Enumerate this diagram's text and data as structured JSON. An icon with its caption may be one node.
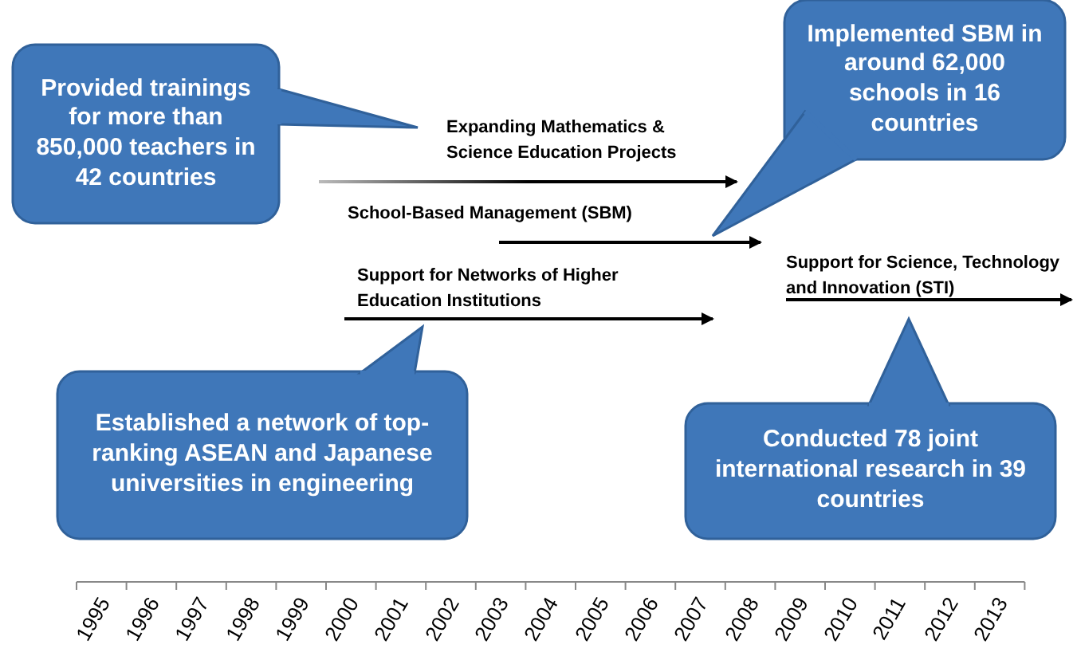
{
  "diagram": {
    "nodes": [
      {
        "text": [
          "Provided trainings for more than **850,000** teachers in **42** countries"
        ]
      },
      {
        "text": [
          "Implemented SBM in around **62,000** schools in **16** countries"
        ]
      },
      {
        "text": [
          "Established a network of top-ranking ASEAN and Japanese universities in engineering"
        ]
      },
      {
        "text": [
          "Conducted **78** joint international research in **39** countries"
        ]
      }
    ],
    "labels": [
      "Expanding Mathematics & Science Education Projects",
      "School-Based Management (SBM)",
      "Support for Networks of Higher Education Institutions",
      "Support for Science, Technology and Innovation (STI)",
      "1995",
      "1996",
      "1997",
      "1998",
      "1999",
      "2000",
      "2001",
      "2002",
      "2003",
      "2004",
      "2005",
      "2006",
      "2007",
      "2008",
      "2009",
      "2010",
      "2011",
      "2012",
      "2013"
    ]
  }
}
